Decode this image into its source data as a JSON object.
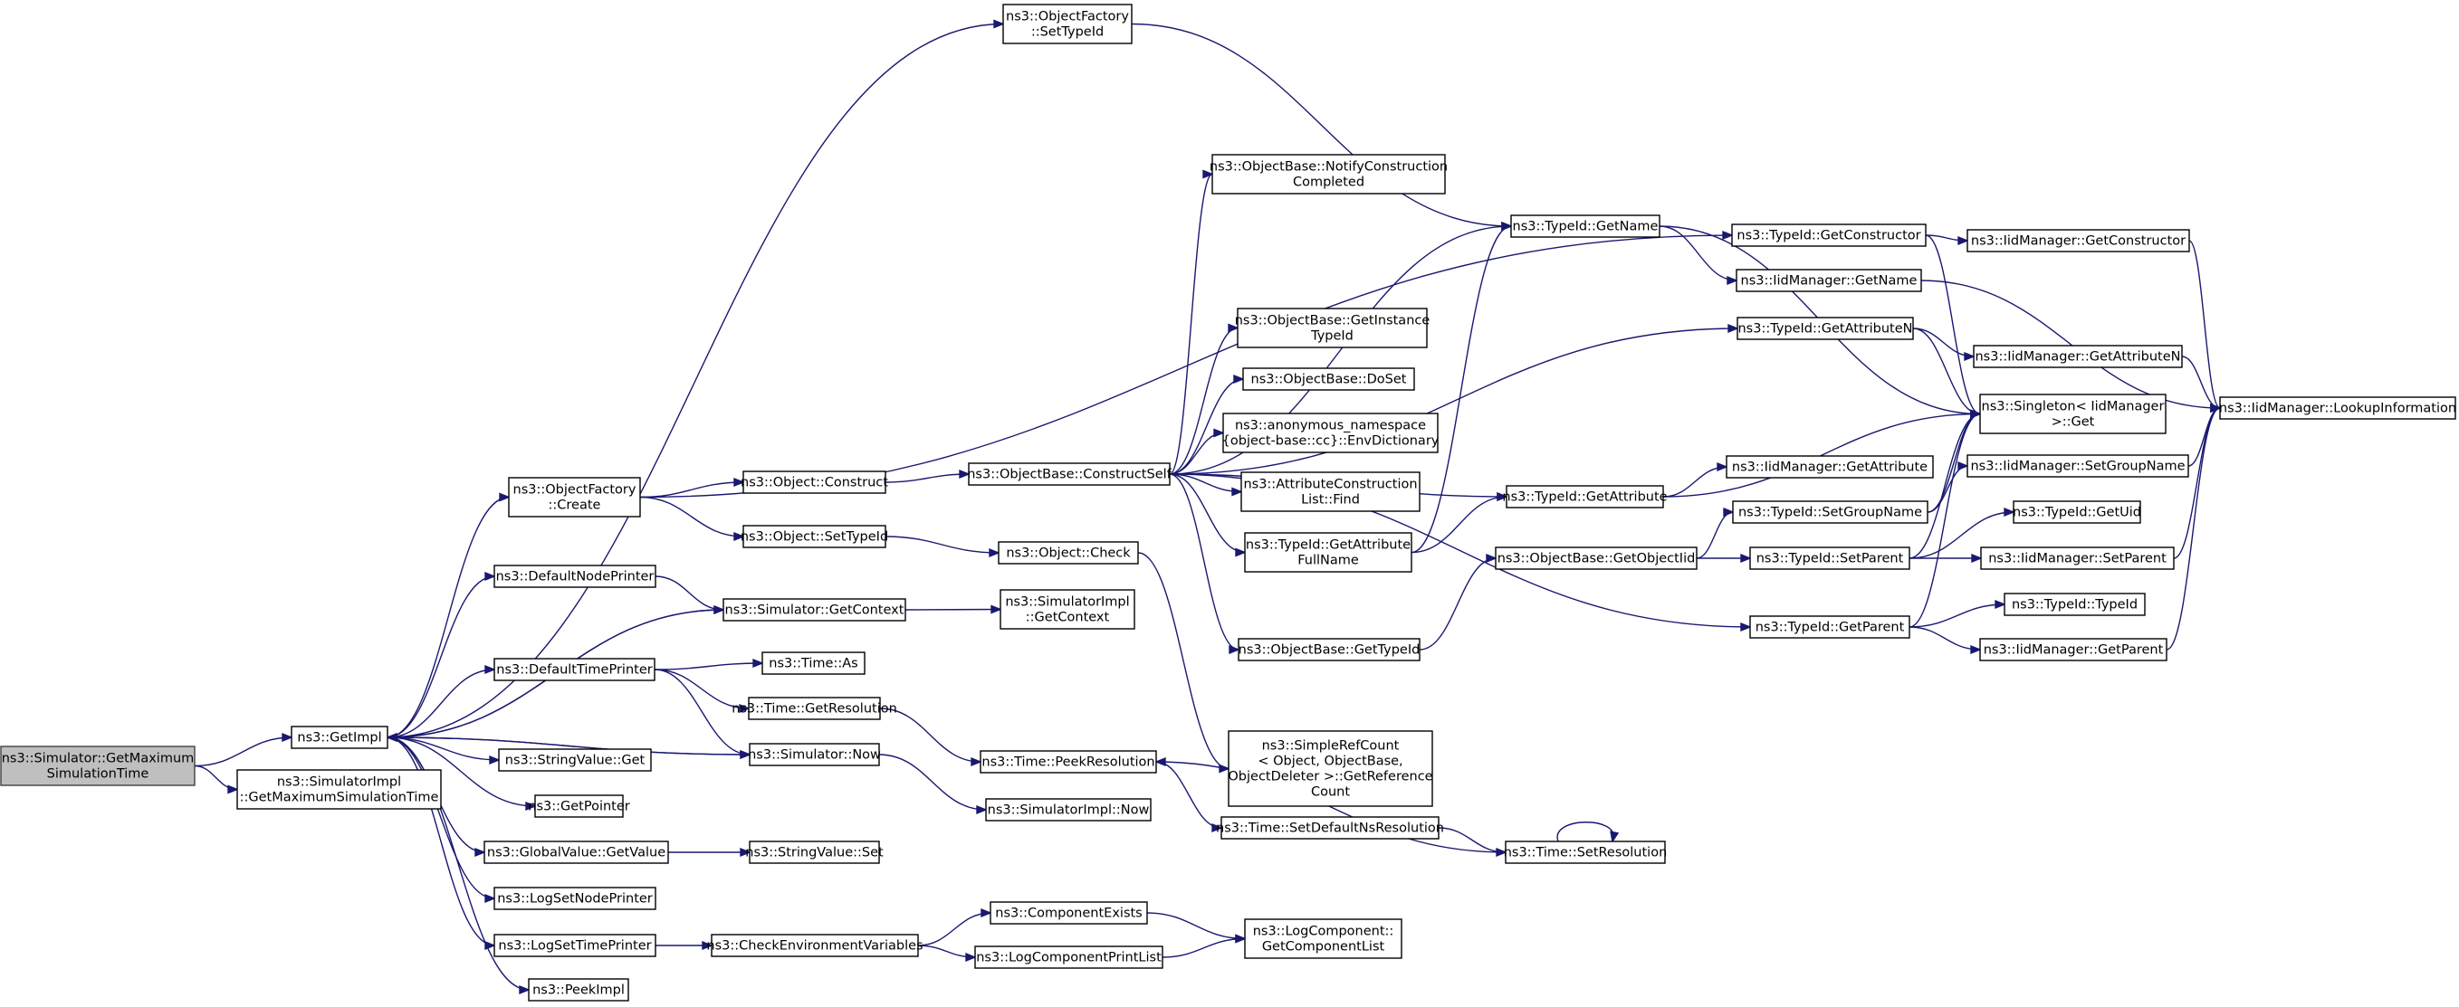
{
  "nodes": [
    {
      "id": "root",
      "lines": [
        "ns3::Simulator::GetMaximum",
        "SimulationTime"
      ],
      "root": true
    },
    {
      "id": "getimpl",
      "lines": [
        "ns3::GetImpl"
      ]
    },
    {
      "id": "simimpl_getmax",
      "lines": [
        "ns3::SimulatorImpl",
        "::GetMaximumSimulationTime"
      ]
    },
    {
      "id": "objfac_settypeid",
      "lines": [
        "ns3::ObjectFactory",
        "::SetTypeId"
      ]
    },
    {
      "id": "objfac_create",
      "lines": [
        "ns3::ObjectFactory",
        "::Create"
      ]
    },
    {
      "id": "defnodeprinter",
      "lines": [
        "ns3::DefaultNodePrinter"
      ]
    },
    {
      "id": "deftimeprinter",
      "lines": [
        "ns3::DefaultTimePrinter"
      ]
    },
    {
      "id": "stringvalue_get",
      "lines": [
        "ns3::StringValue::Get"
      ]
    },
    {
      "id": "getpointer",
      "lines": [
        "ns3::GetPointer"
      ]
    },
    {
      "id": "globalvalue_getvalue",
      "lines": [
        "ns3::GlobalValue::GetValue"
      ]
    },
    {
      "id": "logsetnodeprinter",
      "lines": [
        "ns3::LogSetNodePrinter"
      ]
    },
    {
      "id": "logsettimeprinter",
      "lines": [
        "ns3::LogSetTimePrinter"
      ]
    },
    {
      "id": "peekimpl",
      "lines": [
        "ns3::PeekImpl"
      ]
    },
    {
      "id": "object_construct",
      "lines": [
        "ns3::Object::Construct"
      ]
    },
    {
      "id": "object_settypeid",
      "lines": [
        "ns3::Object::SetTypeId"
      ]
    },
    {
      "id": "sim_getcontext",
      "lines": [
        "ns3::Simulator::GetContext"
      ]
    },
    {
      "id": "time_as",
      "lines": [
        "ns3::Time::As"
      ]
    },
    {
      "id": "time_getresolution",
      "lines": [
        "ns3::Time::GetResolution"
      ]
    },
    {
      "id": "sim_now",
      "lines": [
        "ns3::Simulator::Now"
      ]
    },
    {
      "id": "stringvalue_set",
      "lines": [
        "ns3::StringValue::Set"
      ]
    },
    {
      "id": "checkenv",
      "lines": [
        "ns3::CheckEnvironmentVariables"
      ]
    },
    {
      "id": "objbase_constructself",
      "lines": [
        "ns3::ObjectBase::ConstructSelf"
      ]
    },
    {
      "id": "object_check",
      "lines": [
        "ns3::Object::Check"
      ]
    },
    {
      "id": "simimpl_getcontext",
      "lines": [
        "ns3::SimulatorImpl",
        "::GetContext"
      ]
    },
    {
      "id": "time_peekresolution",
      "lines": [
        "ns3::Time::PeekResolution"
      ]
    },
    {
      "id": "simimpl_now",
      "lines": [
        "ns3::SimulatorImpl::Now"
      ]
    },
    {
      "id": "componentexists",
      "lines": [
        "ns3::ComponentExists"
      ]
    },
    {
      "id": "logcomponentprintlist",
      "lines": [
        "ns3::LogComponentPrintList"
      ]
    },
    {
      "id": "objbase_notify",
      "lines": [
        "ns3::ObjectBase::NotifyConstruction",
        "Completed"
      ]
    },
    {
      "id": "objbase_getinstancetypeid",
      "lines": [
        "ns3::ObjectBase::GetInstance",
        "TypeId"
      ]
    },
    {
      "id": "objbase_doset",
      "lines": [
        "ns3::ObjectBase::DoSet"
      ]
    },
    {
      "id": "anon_envdict",
      "lines": [
        "ns3::anonymous_namespace",
        "{object-base::cc}::EnvDictionary"
      ]
    },
    {
      "id": "attrconstr_find",
      "lines": [
        "ns3::AttributeConstruction",
        "List::Find"
      ]
    },
    {
      "id": "typeid_getattrfullname",
      "lines": [
        "ns3::TypeId::GetAttribute",
        "FullName"
      ]
    },
    {
      "id": "objbase_gettypeid",
      "lines": [
        "ns3::ObjectBase::GetTypeId"
      ]
    },
    {
      "id": "simplerefcount",
      "lines": [
        "ns3::SimpleRefCount",
        "< Object, ObjectBase,",
        "ObjectDeleter >::GetReference",
        "Count"
      ]
    },
    {
      "id": "time_setdefaultns",
      "lines": [
        "ns3::Time::SetDefaultNsResolution"
      ]
    },
    {
      "id": "logcomp_getcomplist",
      "lines": [
        "ns3::LogComponent::",
        "GetComponentList"
      ]
    },
    {
      "id": "typeid_getname",
      "lines": [
        "ns3::TypeId::GetName"
      ]
    },
    {
      "id": "typeid_getattribute",
      "lines": [
        "ns3::TypeId::GetAttribute"
      ]
    },
    {
      "id": "objbase_getobjectiid",
      "lines": [
        "ns3::ObjectBase::GetObjectIid"
      ]
    },
    {
      "id": "time_setresolution",
      "lines": [
        "ns3::Time::SetResolution"
      ]
    },
    {
      "id": "typeid_getconstructor",
      "lines": [
        "ns3::TypeId::GetConstructor"
      ]
    },
    {
      "id": "iidm_getname",
      "lines": [
        "ns3::IidManager::GetName"
      ]
    },
    {
      "id": "typeid_getattributen",
      "lines": [
        "ns3::TypeId::GetAttributeN"
      ]
    },
    {
      "id": "iidm_getattribute",
      "lines": [
        "ns3::IidManager::GetAttribute"
      ]
    },
    {
      "id": "typeid_setgroupname",
      "lines": [
        "ns3::TypeId::SetGroupName"
      ]
    },
    {
      "id": "typeid_setparent",
      "lines": [
        "ns3::TypeId::SetParent"
      ]
    },
    {
      "id": "typeid_getparent",
      "lines": [
        "ns3::TypeId::GetParent"
      ]
    },
    {
      "id": "iidm_getconstructor",
      "lines": [
        "ns3::IidManager::GetConstructor"
      ]
    },
    {
      "id": "iidm_getattributen",
      "lines": [
        "ns3::IidManager::GetAttributeN"
      ]
    },
    {
      "id": "singleton_get",
      "lines": [
        "ns3::Singleton< IidManager",
        ">::Get"
      ]
    },
    {
      "id": "iidm_setgroupname",
      "lines": [
        "ns3::IidManager::SetGroupName"
      ]
    },
    {
      "id": "typeid_getuid",
      "lines": [
        "ns3::TypeId::GetUid"
      ]
    },
    {
      "id": "iidm_setparent",
      "lines": [
        "ns3::IidManager::SetParent"
      ]
    },
    {
      "id": "typeid_typeid",
      "lines": [
        "ns3::TypeId::TypeId"
      ]
    },
    {
      "id": "iidm_getparent",
      "lines": [
        "ns3::IidManager::GetParent"
      ]
    },
    {
      "id": "iidm_lookupinfo",
      "lines": [
        "ns3::IidManager::LookupInformation"
      ]
    }
  ],
  "edges": [
    [
      "root",
      "getimpl"
    ],
    [
      "root",
      "simimpl_getmax"
    ],
    [
      "getimpl",
      "objfac_create"
    ],
    [
      "getimpl",
      "objfac_settypeid"
    ],
    [
      "getimpl",
      "defnodeprinter"
    ],
    [
      "getimpl",
      "sim_getcontext"
    ],
    [
      "getimpl",
      "deftimeprinter"
    ],
    [
      "getimpl",
      "sim_now"
    ],
    [
      "getimpl",
      "stringvalue_get"
    ],
    [
      "getimpl",
      "getpointer"
    ],
    [
      "getimpl",
      "globalvalue_getvalue"
    ],
    [
      "getimpl",
      "logsetnodeprinter"
    ],
    [
      "getimpl",
      "logsettimeprinter"
    ],
    [
      "getimpl",
      "peekimpl"
    ],
    [
      "objfac_settypeid",
      "typeid_getname"
    ],
    [
      "objfac_create",
      "typeid_getconstructor"
    ],
    [
      "objfac_create",
      "object_construct"
    ],
    [
      "objfac_create",
      "object_settypeid"
    ],
    [
      "defnodeprinter",
      "sim_getcontext"
    ],
    [
      "sim_getcontext",
      "getimpl"
    ],
    [
      "sim_getcontext",
      "simimpl_getcontext"
    ],
    [
      "deftimeprinter",
      "time_as"
    ],
    [
      "deftimeprinter",
      "time_getresolution"
    ],
    [
      "deftimeprinter",
      "sim_now"
    ],
    [
      "sim_now",
      "getimpl"
    ],
    [
      "sim_now",
      "simimpl_now"
    ],
    [
      "time_getresolution",
      "time_peekresolution"
    ],
    [
      "globalvalue_getvalue",
      "stringvalue_set"
    ],
    [
      "logsettimeprinter",
      "checkenv"
    ],
    [
      "checkenv",
      "componentexists"
    ],
    [
      "checkenv",
      "logcomponentprintlist"
    ],
    [
      "componentexists",
      "logcomp_getcomplist"
    ],
    [
      "logcomponentprintlist",
      "logcomp_getcomplist"
    ],
    [
      "object_construct",
      "objbase_constructself"
    ],
    [
      "object_settypeid",
      "object_check"
    ],
    [
      "object_check",
      "simplerefcount"
    ],
    [
      "objbase_constructself",
      "objbase_notify"
    ],
    [
      "objbase_constructself",
      "typeid_getname"
    ],
    [
      "objbase_constructself",
      "typeid_getattributen"
    ],
    [
      "objbase_constructself",
      "objbase_getinstancetypeid"
    ],
    [
      "objbase_constructself",
      "objbase_doset"
    ],
    [
      "objbase_constructself",
      "anon_envdict"
    ],
    [
      "objbase_constructself",
      "attrconstr_find"
    ],
    [
      "objbase_constructself",
      "typeid_getattrfullname"
    ],
    [
      "objbase_constructself",
      "typeid_getattribute"
    ],
    [
      "objbase_constructself",
      "objbase_gettypeid"
    ],
    [
      "objbase_constructself",
      "typeid_getparent"
    ],
    [
      "typeid_getattrfullname",
      "typeid_getname"
    ],
    [
      "typeid_getattrfullname",
      "typeid_getattribute"
    ],
    [
      "objbase_gettypeid",
      "objbase_getobjectiid"
    ],
    [
      "time_peekresolution",
      "time_setdefaultns"
    ],
    [
      "time_setdefaultns",
      "time_setresolution"
    ],
    [
      "time_setresolution",
      "time_peekresolution"
    ],
    [
      "time_setresolution",
      "time_setresolution"
    ],
    [
      "typeid_getname",
      "iidm_getname"
    ],
    [
      "typeid_getname",
      "singleton_get"
    ],
    [
      "typeid_getconstructor",
      "iidm_getconstructor"
    ],
    [
      "typeid_getconstructor",
      "singleton_get"
    ],
    [
      "iidm_getconstructor",
      "iidm_lookupinfo"
    ],
    [
      "iidm_getname",
      "iidm_lookupinfo"
    ],
    [
      "typeid_getattributen",
      "iidm_getattributen"
    ],
    [
      "typeid_getattributen",
      "singleton_get"
    ],
    [
      "iidm_getattributen",
      "iidm_lookupinfo"
    ],
    [
      "typeid_getattribute",
      "iidm_getattribute"
    ],
    [
      "typeid_getattribute",
      "singleton_get"
    ],
    [
      "objbase_getobjectiid",
      "typeid_setgroupname"
    ],
    [
      "objbase_getobjectiid",
      "typeid_setparent"
    ],
    [
      "typeid_setgroupname",
      "iidm_setgroupname"
    ],
    [
      "typeid_setgroupname",
      "singleton_get"
    ],
    [
      "iidm_setgroupname",
      "iidm_lookupinfo"
    ],
    [
      "typeid_setparent",
      "typeid_getuid"
    ],
    [
      "typeid_setparent",
      "iidm_setparent"
    ],
    [
      "typeid_setparent",
      "singleton_get"
    ],
    [
      "iidm_setparent",
      "iidm_lookupinfo"
    ],
    [
      "typeid_getparent",
      "typeid_typeid"
    ],
    [
      "typeid_getparent",
      "iidm_getparent"
    ],
    [
      "typeid_getparent",
      "singleton_get"
    ],
    [
      "iidm_getparent",
      "iidm_lookupinfo"
    ]
  ]
}
